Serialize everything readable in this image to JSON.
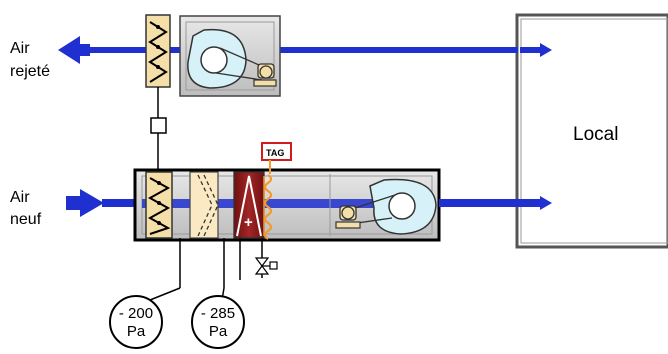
{
  "labels": {
    "air_rejete_line1": "Air",
    "air_rejete_line2": "rejeté",
    "air_neuf_line1": "Air",
    "air_neuf_line2": "neuf",
    "local": "Local",
    "tag": "TAG",
    "heater_symbol": "+"
  },
  "gauges": [
    {
      "value": "- 200",
      "unit": "Pa"
    },
    {
      "value": "- 285",
      "unit": "Pa"
    }
  ],
  "colors": {
    "duct": "#1f2fd0",
    "damper_fill": "#f5dfa8",
    "filter_fill": "#fbe9c3",
    "coil_fill": "#8b1c1c",
    "coil_fin": "#f29a2e",
    "unit_fill": "#d4d4d4",
    "tag_border": "#d11c1c"
  }
}
